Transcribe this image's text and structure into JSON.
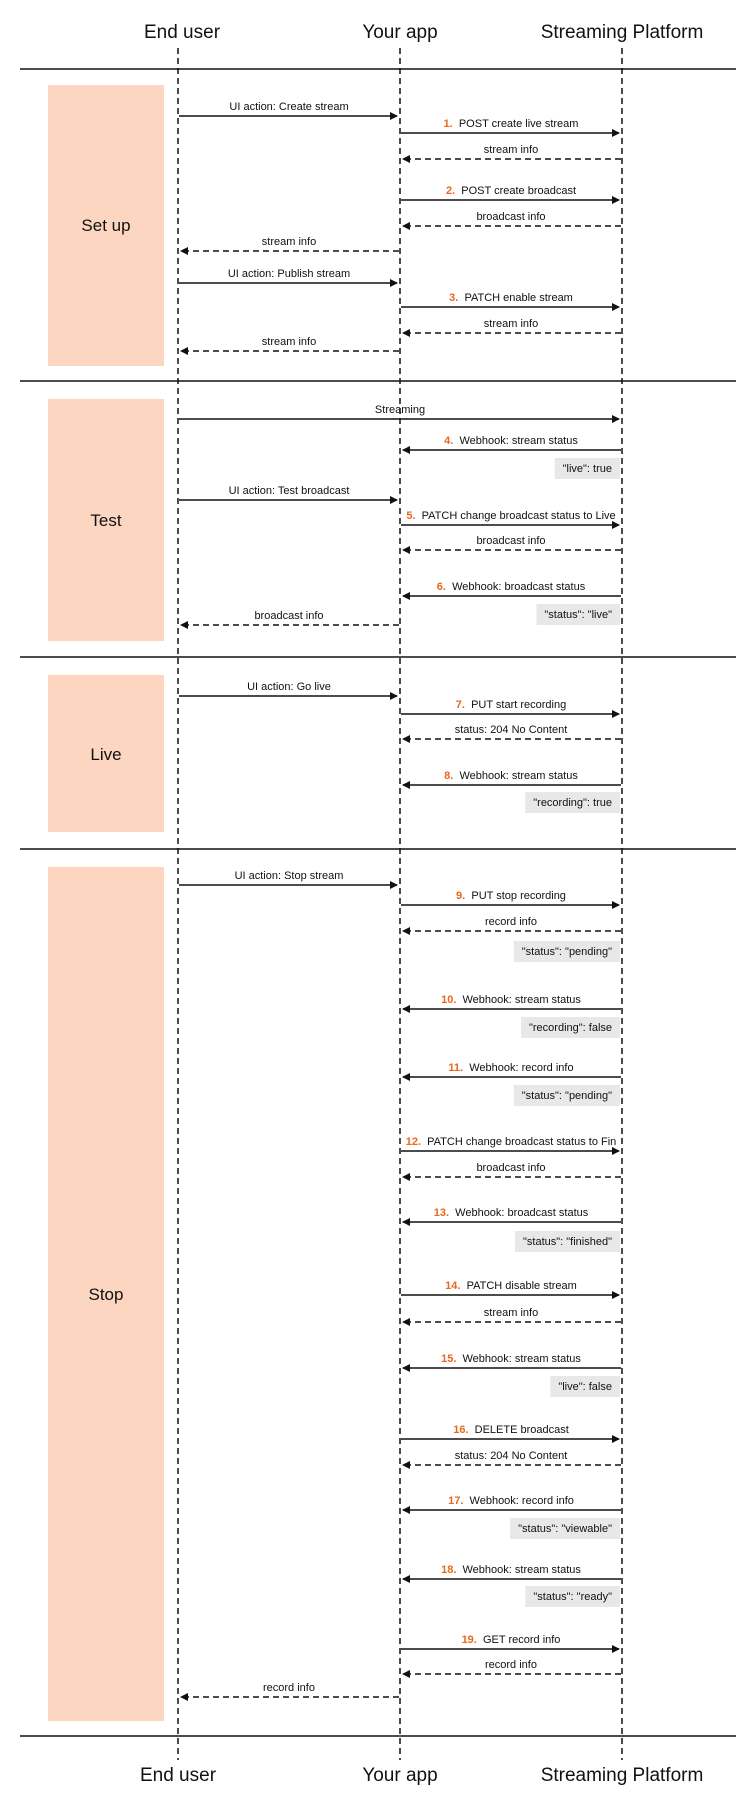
{
  "actors": [
    "End user",
    "Your app",
    "Streaming Platform"
  ],
  "phases": [
    "Set up",
    "Test",
    "Live",
    "Stop"
  ],
  "messages": [
    {
      "from": 0,
      "to": 1,
      "label": "UI action: Create stream",
      "style": "solid"
    },
    {
      "from": 1,
      "to": 2,
      "num": "1.",
      "label": "POST create live stream",
      "style": "solid"
    },
    {
      "from": 2,
      "to": 1,
      "label": "stream info",
      "style": "dashed"
    },
    {
      "from": 1,
      "to": 2,
      "num": "2.",
      "label": "POST create broadcast",
      "style": "solid"
    },
    {
      "from": 2,
      "to": 1,
      "label": "broadcast info",
      "style": "dashed"
    },
    {
      "from": 1,
      "to": 0,
      "label": "stream info",
      "style": "dashed"
    },
    {
      "from": 0,
      "to": 1,
      "label": "UI action: Publish stream",
      "style": "solid"
    },
    {
      "from": 1,
      "to": 2,
      "num": "3.",
      "label": "PATCH enable stream",
      "style": "solid"
    },
    {
      "from": 2,
      "to": 1,
      "label": "stream info",
      "style": "dashed"
    },
    {
      "from": 1,
      "to": 0,
      "label": "stream info",
      "style": "dashed"
    },
    {
      "from": 0,
      "to": 2,
      "label": "Streaming",
      "style": "solid"
    },
    {
      "from": 2,
      "to": 1,
      "num": "4.",
      "label": "Webhook: stream status",
      "style": "solid"
    },
    {
      "from": 0,
      "to": 1,
      "label": "UI action: Test broadcast",
      "style": "solid"
    },
    {
      "from": 1,
      "to": 2,
      "num": "5.",
      "label": "PATCH change broadcast status to Live",
      "style": "solid"
    },
    {
      "from": 2,
      "to": 1,
      "label": "broadcast info",
      "style": "dashed"
    },
    {
      "from": 2,
      "to": 1,
      "num": "6.",
      "label": "Webhook: broadcast status",
      "style": "solid"
    },
    {
      "from": 1,
      "to": 0,
      "label": "broadcast info",
      "style": "dashed"
    },
    {
      "from": 0,
      "to": 1,
      "label": "UI action: Go live",
      "style": "solid"
    },
    {
      "from": 1,
      "to": 2,
      "num": "7.",
      "label": "PUT start recording",
      "style": "solid"
    },
    {
      "from": 2,
      "to": 1,
      "label": "status: 204 No Content",
      "style": "dashed"
    },
    {
      "from": 2,
      "to": 1,
      "num": "8.",
      "label": "Webhook: stream status",
      "style": "solid"
    },
    {
      "from": 0,
      "to": 1,
      "label": "UI action: Stop stream",
      "style": "solid"
    },
    {
      "from": 1,
      "to": 2,
      "num": "9.",
      "label": "PUT stop recording",
      "style": "solid"
    },
    {
      "from": 2,
      "to": 1,
      "label": "record info",
      "style": "dashed"
    },
    {
      "from": 2,
      "to": 1,
      "num": "10.",
      "label": "Webhook: stream status",
      "style": "solid"
    },
    {
      "from": 2,
      "to": 1,
      "num": "11.",
      "label": "Webhook: record info",
      "style": "solid"
    },
    {
      "from": 1,
      "to": 2,
      "num": "12.",
      "label": "PATCH change broadcast status to Fin",
      "style": "solid"
    },
    {
      "from": 2,
      "to": 1,
      "label": "broadcast info",
      "style": "dashed"
    },
    {
      "from": 2,
      "to": 1,
      "num": "13.",
      "label": "Webhook: broadcast status",
      "style": "solid"
    },
    {
      "from": 1,
      "to": 2,
      "num": "14.",
      "label": "PATCH disable stream",
      "style": "solid"
    },
    {
      "from": 2,
      "to": 1,
      "label": "stream info",
      "style": "dashed"
    },
    {
      "from": 2,
      "to": 1,
      "num": "15.",
      "label": "Webhook: stream status",
      "style": "solid"
    },
    {
      "from": 1,
      "to": 2,
      "num": "16.",
      "label": "DELETE broadcast",
      "style": "solid"
    },
    {
      "from": 2,
      "to": 1,
      "label": "status: 204 No Content",
      "style": "dashed"
    },
    {
      "from": 2,
      "to": 1,
      "num": "17.",
      "label": "Webhook: record info",
      "style": "solid"
    },
    {
      "from": 2,
      "to": 1,
      "num": "18.",
      "label": "Webhook: stream status",
      "style": "solid"
    },
    {
      "from": 1,
      "to": 2,
      "num": "19.",
      "label": "GET record info",
      "style": "solid"
    },
    {
      "from": 2,
      "to": 1,
      "label": "record info",
      "style": "dashed"
    },
    {
      "from": 1,
      "to": 0,
      "label": "record info",
      "style": "dashed"
    }
  ],
  "notes": [
    "\"live\": true",
    "\"status\": \"live\"",
    "\"recording\": true",
    "\"status\": \"pending\"",
    "\"recording\": false",
    "\"status\": \"pending\"",
    "\"status\": \"finished\"",
    "\"live\": false",
    "\"status\": \"viewable\"",
    "\"status\": \"ready\""
  ],
  "colors": {
    "phase_fill": "#fdd6c1",
    "number_accent": "#e8681e",
    "note_fill": "#e8e8e8",
    "line": "#111111"
  }
}
